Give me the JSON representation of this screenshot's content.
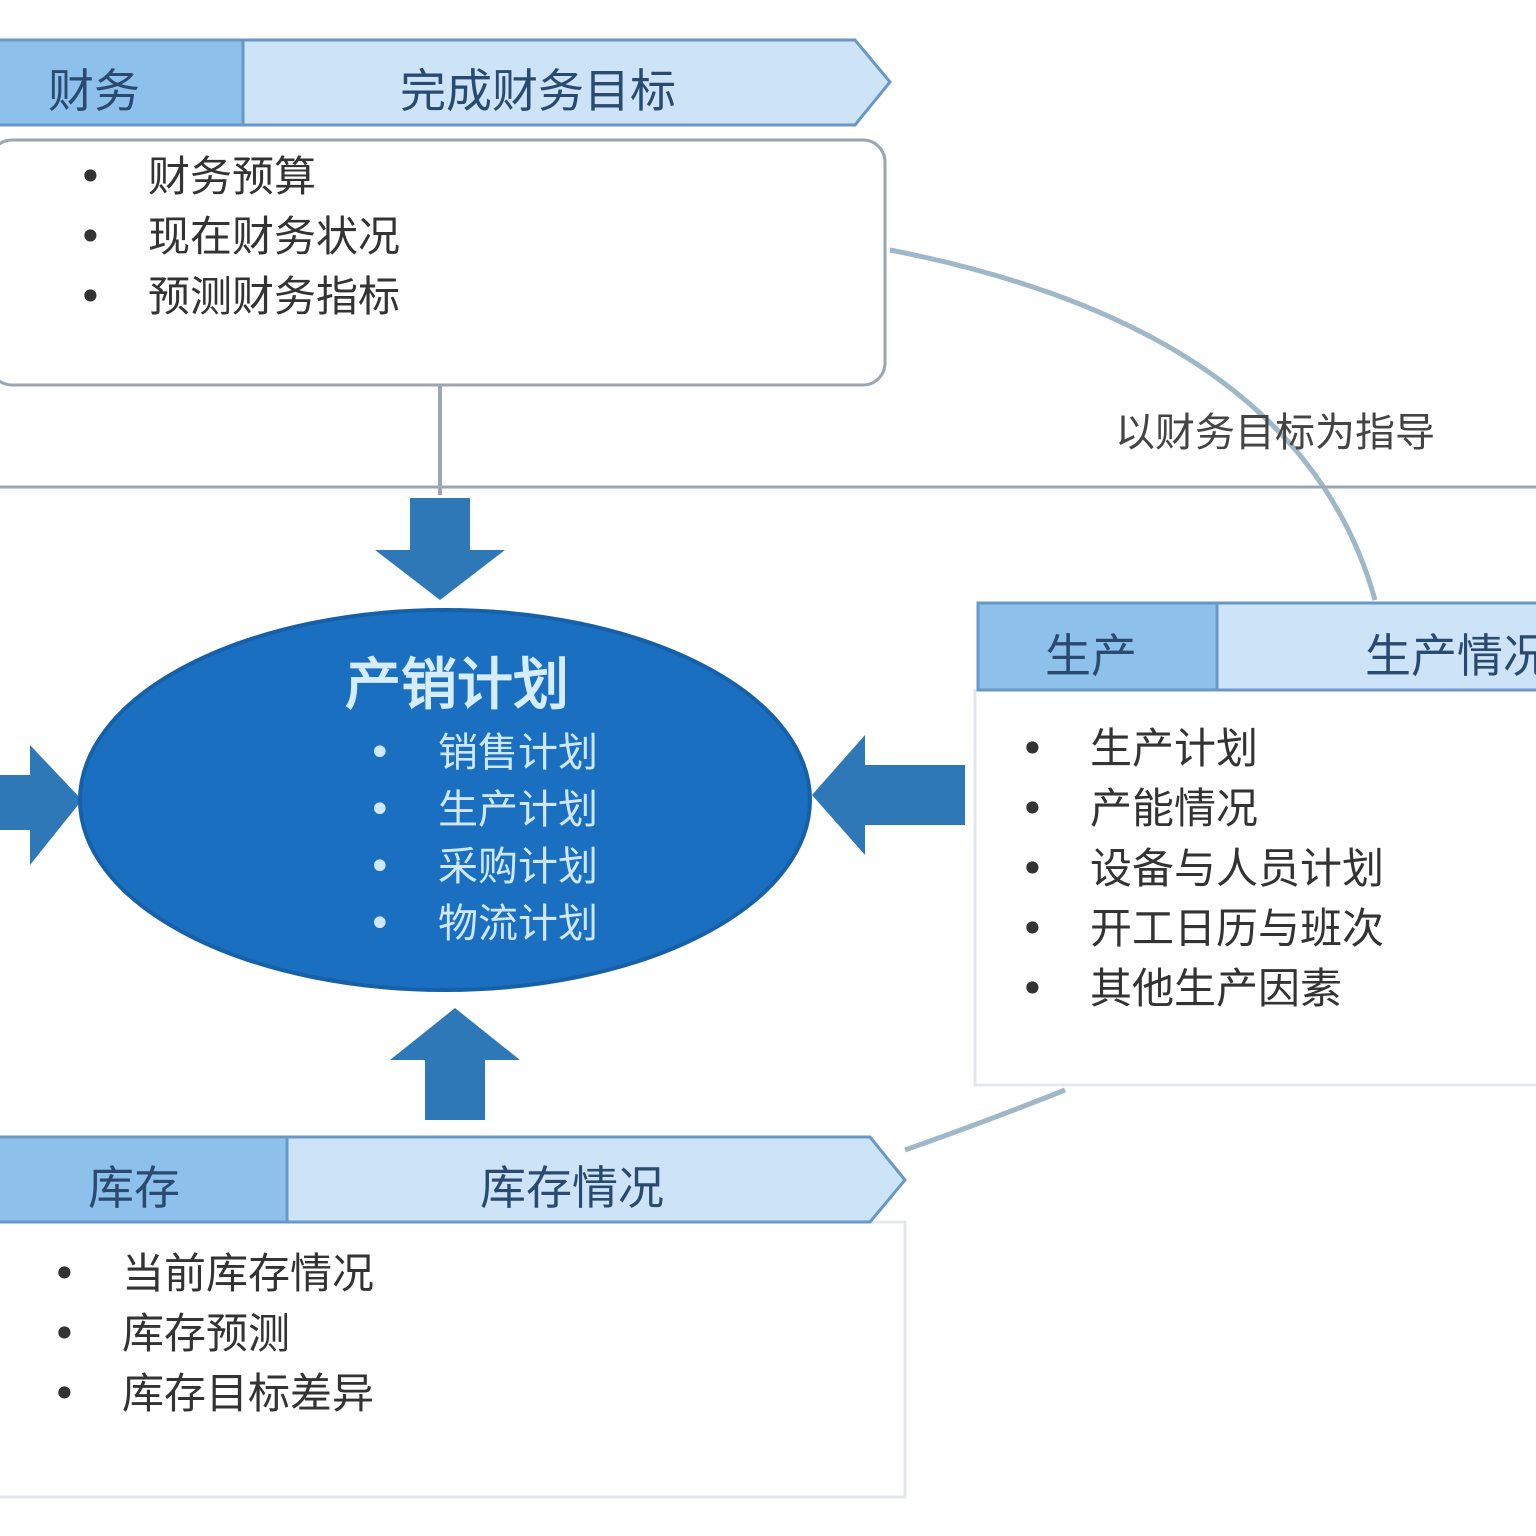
{
  "colors": {
    "ellipse": "#1a6fc0",
    "arrow": "#2f78b8",
    "header_dark": "#8ec0ec",
    "header_light": "#cde3f7",
    "border": "#6a98c6",
    "connector": "#9fb8c8"
  },
  "finance": {
    "tag": "财务",
    "title": "完成财务目标",
    "items": [
      "财务预算",
      "现在财务状况",
      "预测财务指标"
    ]
  },
  "guide_label": "以财务目标为指导",
  "center": {
    "title": "产销计划",
    "items": [
      "销售计划",
      "生产计划",
      "采购计划",
      "物流计划"
    ]
  },
  "production": {
    "tag": "生产",
    "title": "生产情况",
    "items": [
      "生产计划",
      "产能情况",
      "设备与人员计划",
      "开工日历与班次",
      "其他生产因素"
    ]
  },
  "inventory": {
    "tag": "库存",
    "title": "库存情况",
    "items": [
      "当前库存情况",
      "库存预测",
      "库存目标差异"
    ]
  }
}
